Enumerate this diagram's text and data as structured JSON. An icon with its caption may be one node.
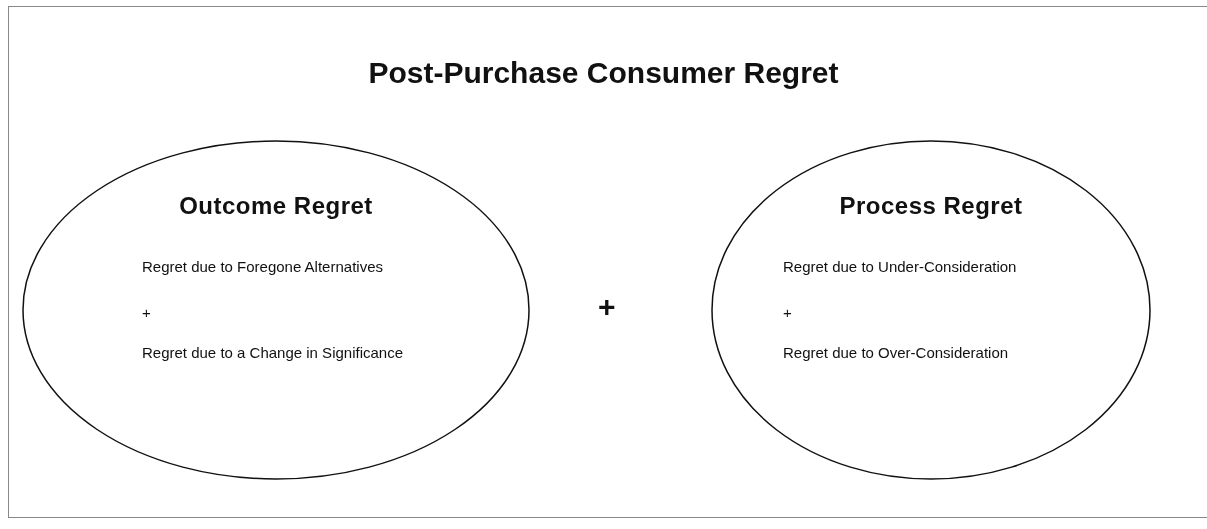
{
  "diagram": {
    "title": "Post-Purchase Consumer Regret",
    "nodes": [
      {
        "text": [
          "Outcome Regret",
          "Regret due to Foregone Alternatives",
          "+",
          "Regret due to a Change in Significance"
        ]
      },
      {
        "text": [
          "Process Regret",
          "Regret due to Under-Consideration",
          "+",
          "Regret due to Over-Consideration"
        ]
      }
    ],
    "labels": [
      "+"
    ]
  }
}
